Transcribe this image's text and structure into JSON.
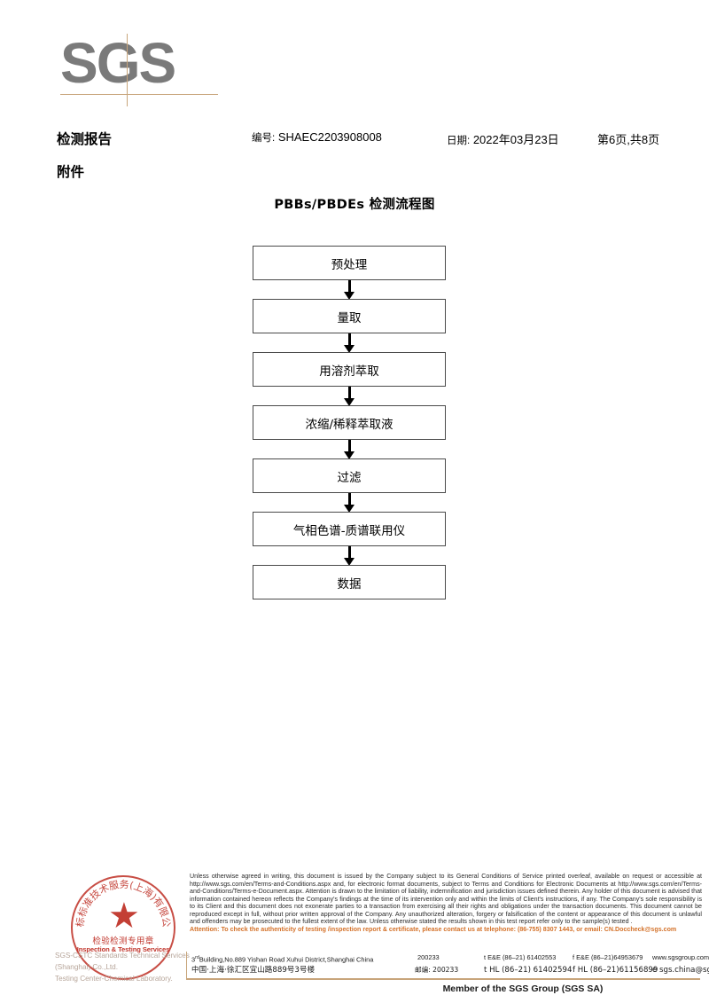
{
  "brand": {
    "logo_text": "SGS",
    "accent_color": "#c8a57b",
    "logo_gray": "#7a7a7a",
    "stamp_red": "#c0352b"
  },
  "header": {
    "doc_title": "检测报告",
    "report_no_label": "编号:",
    "report_no_value": "SHAEC2203908008",
    "date_label": "日期:",
    "date_value": "2022年03月23日",
    "page_info": "第6页,共8页",
    "attachment_label": "附件"
  },
  "flowchart": {
    "title": "PBBs/PBDEs 检测流程图",
    "steps": [
      {
        "label": "预处理"
      },
      {
        "label": "量取"
      },
      {
        "label": "用溶剂萃取"
      },
      {
        "label": "浓缩/稀释萃取液"
      },
      {
        "label": "过滤"
      },
      {
        "label": "气相色谱-质谱联用仪"
      },
      {
        "label": "数据"
      }
    ]
  },
  "stamp": {
    "arc_text": "通标标准技术服务(上海)有限公司",
    "center_cn": "检验检测专用章",
    "center_en": "Inspection & Testing Services",
    "star_glyph": "★"
  },
  "entity": {
    "line1": "SGS-CSTC Standards Technical Services (Shanghai) Co.,Ltd.",
    "line2": "Testing Center-Chemical Laboratory."
  },
  "legal": {
    "para1": "Unless otherwise agreed in writing, this document is issued by the Company subject to its General Conditions of Service printed overleaf, available on request or accessible at http://www.sgs.com/en/Terms-and-Conditions.aspx and, for electronic format documents, subject to Terms and Conditions for Electronic Documents at http://www.sgs.com/en/Terms-and-Conditions/Terms-e-Document.aspx. Attention is drawn to the limitation of liability, indemnification and jurisdiction issues defined therein. Any holder of this document is advised that information contained hereon reflects the Company's findings at the time of its intervention only and within the limits of Client's instructions, if any. The Company's sole responsibility is to its Client and this document does not exonerate parties to a transaction from exercising all their rights and obligations under the transaction documents. This document cannot be reproduced except in full, without prior written approval of the Company. Any unauthorized alteration, forgery or falsification of the content or appearance of this document is unlawful and offenders may be prosecuted to the fullest extent of the law. Unless otherwise stated the results shown in this test report refer only to the sample(s) tested .",
    "attention": "Attention: To check the authenticity of testing /inspection report & certificate, please contact us at telephone: (86-755) 8307 1443, or email: CN.Doccheck@sgs.com"
  },
  "contact": {
    "address_en_prefix": "3",
    "address_en_sup": "rd",
    "address_en": "Building,No.889 Yishan Road Xuhui District,Shanghai China",
    "address_cn": "中国·上海·徐汇区宜山路889号3号楼",
    "zip_en": "200233",
    "zip_cn_label": "邮编:",
    "zip_cn": "200233",
    "tel_en": "t E&E (86–21) 61402553",
    "fax_en": "f E&E (86–21)64953679",
    "tel_cn": "t HL (86–21) 61402594",
    "fax_cn": "f HL (86–21)61156899",
    "website": "www.sgsgroup.com.cn",
    "email": "e  sgs.china@sgs.com"
  },
  "footer": {
    "member_line": "Member of the SGS Group (SGS SA)"
  }
}
